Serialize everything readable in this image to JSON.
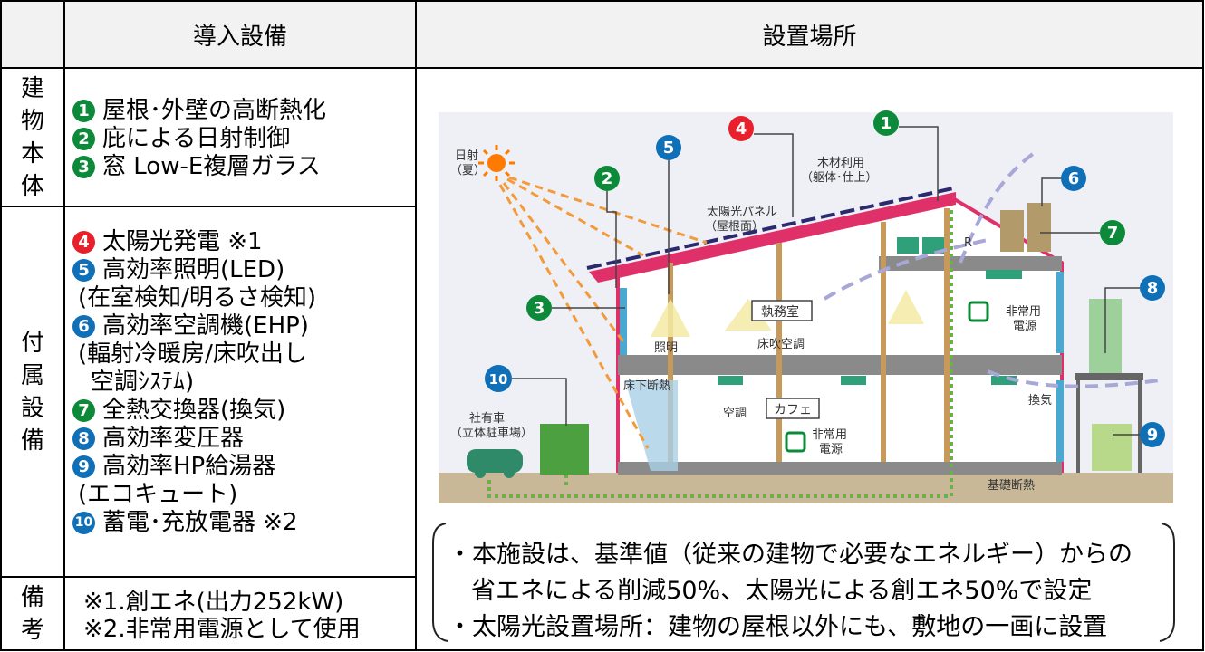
{
  "header": {
    "col1": "導入設備",
    "col2": "設置場所"
  },
  "sections": {
    "main_body": {
      "label": [
        "建",
        "物",
        "本",
        "体"
      ],
      "items": [
        {
          "num": "1",
          "text": "屋根･外壁の高断熱化",
          "color": "#0c8a3a"
        },
        {
          "num": "2",
          "text": "庇による日射制御",
          "color": "#0c8a3a"
        },
        {
          "num": "3",
          "text": "窓 Low-E複層ガラス",
          "color": "#0c8a3a"
        }
      ]
    },
    "attached": {
      "label": [
        "付",
        "属",
        "設",
        "備"
      ],
      "items": [
        {
          "num": "4",
          "text": "太陽光発電 ※1",
          "color": "#e8202b"
        },
        {
          "num": "5",
          "text": "高効率照明(LED)",
          "sub": "(在室検知/明るさ検知)",
          "color": "#0f6fb7"
        },
        {
          "num": "6",
          "text": "高効率空調機(EHP)",
          "sub": "(輻射冷暖房/床吹出し",
          "sub2": "空調ｼｽﾃﾑ)",
          "color": "#0f6fb7"
        },
        {
          "num": "7",
          "text": "全熱交換器(換気)",
          "color": "#0c8a3a"
        },
        {
          "num": "8",
          "text": "高効率変圧器",
          "color": "#0f6fb7"
        },
        {
          "num": "9",
          "text": "高効率HP給湯器",
          "sub": "(エコキュート)",
          "color": "#0f6fb7"
        },
        {
          "num": "10",
          "text": "蓄電･充放電器 ※2",
          "color": "#0f6fb7"
        }
      ]
    },
    "remarks": {
      "label": [
        "備",
        "考"
      ],
      "lines": [
        "※1.創エネ(出力252kW)",
        "※2.非常用電源として使用"
      ]
    }
  },
  "diagram": {
    "sun_label": [
      "日射",
      "（夏）"
    ],
    "solar_panel_label": [
      "太陽光パネル",
      "（屋根面）"
    ],
    "wood_label": [
      "木材利用",
      "（躯体･仕上）"
    ],
    "lighting": "照明",
    "office_room": "執務室",
    "floor_ac": "床吹空調",
    "underfloor_insulation": "床下断熱",
    "ac": "空調",
    "cafe": "カフェ",
    "emergency_power": [
      "非常用",
      "電源"
    ],
    "ventilation": "換気",
    "foundation_insulation": "基礎断熱",
    "car_label": [
      "社有車",
      "（立体駐車場）"
    ],
    "r_label": "R",
    "colors": {
      "green": "#0c8a3a",
      "red": "#e8202b",
      "blue": "#0f6fb7",
      "roof": "#e0306a",
      "arrow": "#f39a3a"
    }
  },
  "notes": [
    "・本施設は、基準値（従来の建物で必要なエネルギー）からの",
    "省エネによる削減50%、太陽光による創エネ50%で設定",
    "・太陽光設置場所：建物の屋根以外にも、敷地の一画に設置"
  ]
}
